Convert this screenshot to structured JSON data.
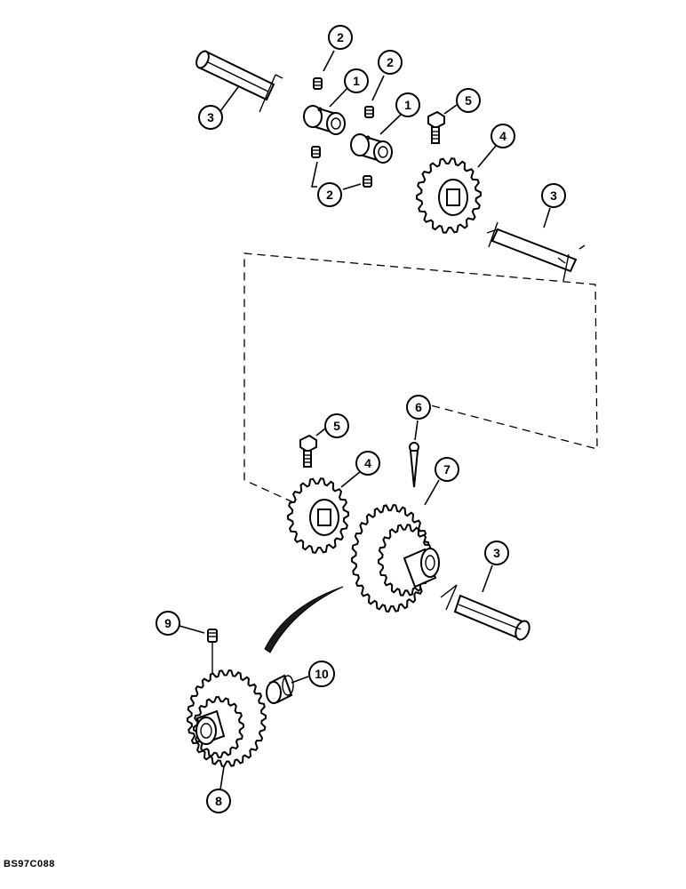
{
  "figure_id": "BS97C088",
  "callouts": [
    {
      "key": "c-2a",
      "label": "2"
    },
    {
      "key": "c-2b",
      "label": "2"
    },
    {
      "key": "c-1a",
      "label": "1"
    },
    {
      "key": "c-1b",
      "label": "1"
    },
    {
      "key": "c-5a",
      "label": "5"
    },
    {
      "key": "c-3a",
      "label": "3"
    },
    {
      "key": "c-4a",
      "label": "4"
    },
    {
      "key": "c-2c",
      "label": "2"
    },
    {
      "key": "c-3b",
      "label": "3"
    },
    {
      "key": "c-6",
      "label": "6"
    },
    {
      "key": "c-5b",
      "label": "5"
    },
    {
      "key": "c-4b",
      "label": "4"
    },
    {
      "key": "c-7",
      "label": "7"
    },
    {
      "key": "c-3c",
      "label": "3"
    },
    {
      "key": "c-9",
      "label": "9"
    },
    {
      "key": "c-10",
      "label": "10"
    },
    {
      "key": "c-8",
      "label": "8"
    }
  ]
}
